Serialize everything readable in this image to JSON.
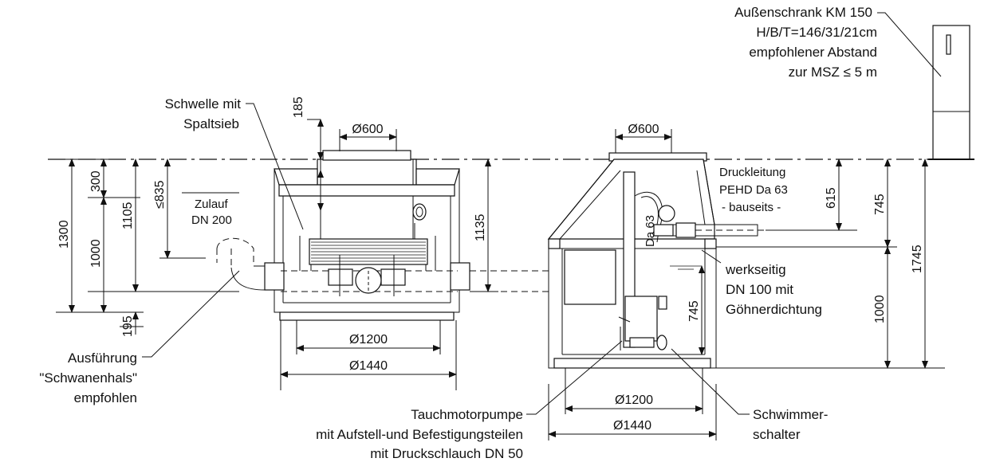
{
  "labels": {
    "cabinet_title": "Außenschrank KM 150",
    "cabinet_dims": "H/B/T=146/31/21cm",
    "cabinet_dist1": "empfohlener Abstand",
    "cabinet_dist2": "zur MSZ ≤ 5 m",
    "threshold1": "Schwelle mit",
    "threshold2": "Spaltsieb",
    "inlet1": "Zulauf",
    "inlet2": "DN 200",
    "pressure1": "Druckleitung",
    "pressure2": "PEHD Da 63",
    "pressure3": "- bauseits -",
    "da63": "Da 63",
    "factory1": "werkseitig",
    "factory2": "DN 100 mit",
    "factory3": "Göhnerdichtung",
    "swan1": "Ausführung",
    "swan2": "\"Schwanenhals\"",
    "swan3": "empfohlen",
    "pump1": "Tauchmotorpumpe",
    "pump2": "mit Aufstell-und Befestigungsteilen",
    "pump3": "mit Druckschlauch DN 50",
    "float1": "Schwimmer-",
    "float2": "schalter"
  },
  "dimensions": {
    "d185": "185",
    "d300": "300",
    "d835": "≤835",
    "d1300": "1300",
    "d1105": "1105",
    "d1000a": "1000",
    "d195": "195",
    "d1135": "1135",
    "d615": "615",
    "d745a": "745",
    "d1745": "1745",
    "d745b": "745",
    "d1000b": "1000",
    "dia600a": "Ø600",
    "dia600b": "Ø600",
    "dia1200a": "Ø1200",
    "dia1440a": "Ø1440",
    "dia1200b": "Ø1200",
    "dia1440b": "Ø1440"
  }
}
